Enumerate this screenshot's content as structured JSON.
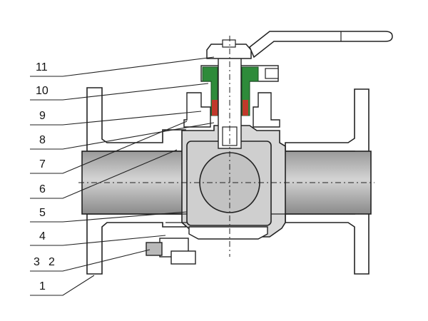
{
  "callouts": [
    {
      "id": "label-11",
      "text": "11"
    },
    {
      "id": "label-10",
      "text": "10"
    },
    {
      "id": "label-9",
      "text": "9"
    },
    {
      "id": "label-8",
      "text": "8"
    },
    {
      "id": "label-7",
      "text": "7"
    },
    {
      "id": "label-6",
      "text": "6"
    },
    {
      "id": "label-5",
      "text": "5"
    },
    {
      "id": "label-4",
      "text": "4"
    },
    {
      "id": "label-3",
      "text": "3"
    },
    {
      "id": "label-2",
      "text": "2"
    },
    {
      "id": "label-1",
      "text": "1"
    }
  ],
  "colors": {
    "outline": "#222222",
    "bore": "#b4b4b4",
    "bore_dark": "#8c8c8c",
    "packing": "#2e8b3a",
    "seal": "#c0392b",
    "handle": "#ffffff"
  }
}
